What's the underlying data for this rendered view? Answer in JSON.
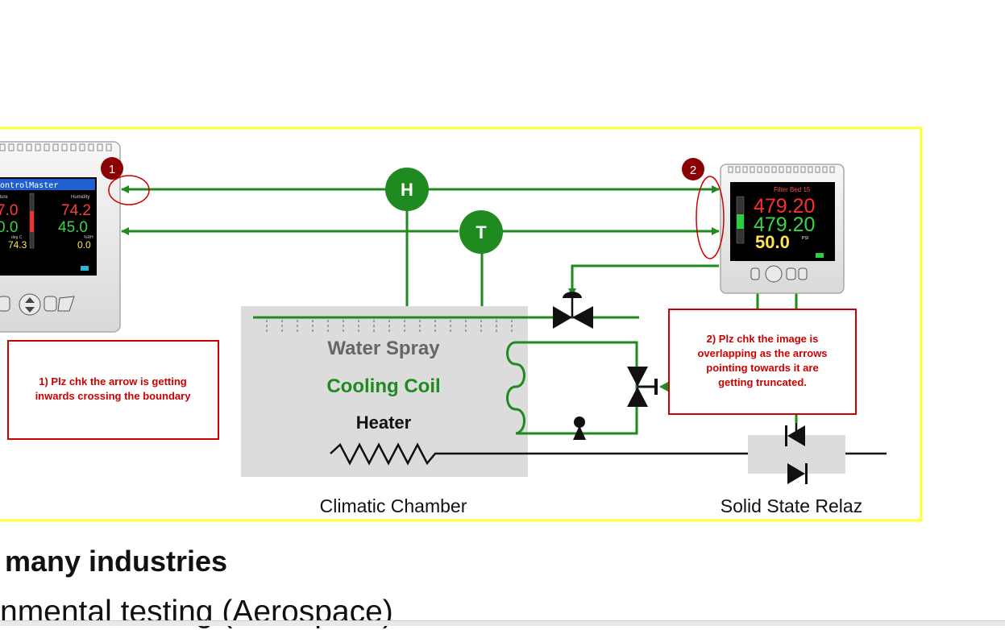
{
  "colors": {
    "frame": "#ffff33",
    "pipe": "#1f8a1f",
    "comment_red": "#cc0000",
    "badge": "#8b0000",
    "chamber": "#dcdcdc"
  },
  "left_controller": {
    "title": "ControlMaster",
    "col1_label": "ature",
    "col2_label": "Humidity",
    "row1_left": "7.0",
    "row1_right": "74.2",
    "row2_left": "0.0",
    "row2_right": "45.0",
    "unit_left": "deg C",
    "unit_right": "%RH",
    "row3_left": "74.3",
    "row3_right": "0.0"
  },
  "right_controller": {
    "title": "Filter Bed 15",
    "value1": "479.20",
    "value2": "479.20",
    "value3": "50.0",
    "unit3": "PSI"
  },
  "sensors": {
    "humidity": "H",
    "temperature": "T"
  },
  "chamber": {
    "water_spray": "Water Spray",
    "cooling_coil": "Cooling Coil",
    "heater": "Heater",
    "caption": "Climatic Chamber"
  },
  "relay_caption": "Solid State Relaz",
  "badges": {
    "first": "1",
    "second": "2"
  },
  "comments": {
    "first": [
      "1) Plz chk the arrow is getting",
      "inwards crossing the boundary"
    ],
    "second": [
      "2) Plz chk the image is",
      "overlapping as the arrows",
      "pointing towards it are",
      "getting truncated."
    ]
  },
  "heading": "many industries",
  "bullet": "nmental testing (Aerospace)"
}
